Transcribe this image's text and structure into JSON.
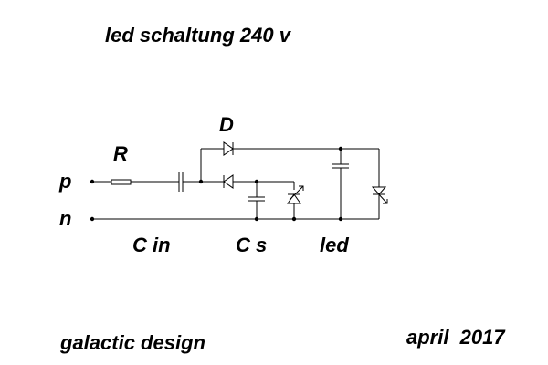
{
  "title": "led schaltung 240 v",
  "labels": {
    "D": "D",
    "R": "R",
    "p": "p",
    "n": "n",
    "cin": "C in",
    "cs": "C s",
    "led": "led"
  },
  "footer": {
    "author": "galactic design",
    "date": "april  2017"
  },
  "colors": {
    "line": "#000000",
    "background": "#ffffff"
  }
}
